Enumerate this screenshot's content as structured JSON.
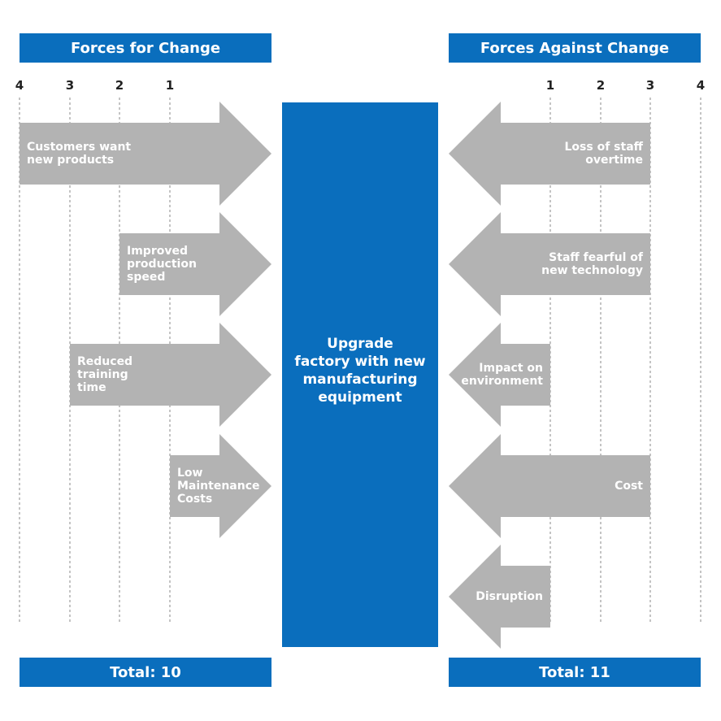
{
  "headers": {
    "for": "Forces for Change",
    "against": "Forces Against Change"
  },
  "scale": [
    "1",
    "2",
    "3",
    "4"
  ],
  "center": {
    "text": "Upgrade\nfactory with new\nmanufacturing\nequipment"
  },
  "totals": {
    "for": "Total: 10",
    "against": "Total: 11"
  },
  "forces_for": [
    {
      "label": "Customers want\nnew products",
      "score": 4
    },
    {
      "label": "Improved\nproduction\nspeed",
      "score": 2
    },
    {
      "label": "Reduced\ntraining\ntime",
      "score": 3
    },
    {
      "label": "Low\nMaintenance\nCosts",
      "score": 1
    }
  ],
  "forces_against": [
    {
      "label": "Loss of staff\novertime",
      "score": 3
    },
    {
      "label": "Staff fearful of\nnew technology",
      "score": 3
    },
    {
      "label": "Impact on\nenvironment",
      "score": 1
    },
    {
      "label": "Cost",
      "score": 3
    },
    {
      "label": "Disruption",
      "score": 1
    }
  ],
  "colors": {
    "blue": "#0a6ebd",
    "arrow": "#b3b3b3",
    "text": "#222222"
  }
}
